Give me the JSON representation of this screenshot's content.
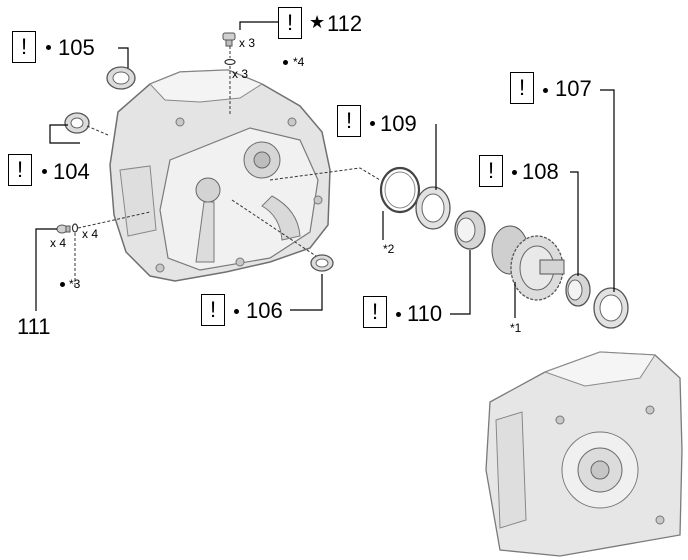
{
  "callouts": {
    "c105": {
      "number": "105",
      "mark": "!"
    },
    "c112": {
      "number": "112",
      "mark": "!",
      "star": "★"
    },
    "c109": {
      "number": "109",
      "mark": "!"
    },
    "c107": {
      "number": "107",
      "mark": "!"
    },
    "c104": {
      "number": "104",
      "mark": "!"
    },
    "c108": {
      "number": "108",
      "mark": "!"
    },
    "c106": {
      "number": "106",
      "mark": "!"
    },
    "c110": {
      "number": "110",
      "mark": "!"
    },
    "c111": {
      "number": "111"
    }
  },
  "notes": {
    "x3_top": "x 3",
    "x3_mid": "x 3",
    "star4": "*4",
    "x4_left": "x 4",
    "x4_right": "x 4",
    "star3": "*3",
    "star2": "*2",
    "star1": "*1"
  },
  "colors": {
    "line": "#000000",
    "part_fill": "#ececec",
    "part_stroke": "#6f6f6f",
    "housing": "#e4e4e4"
  }
}
